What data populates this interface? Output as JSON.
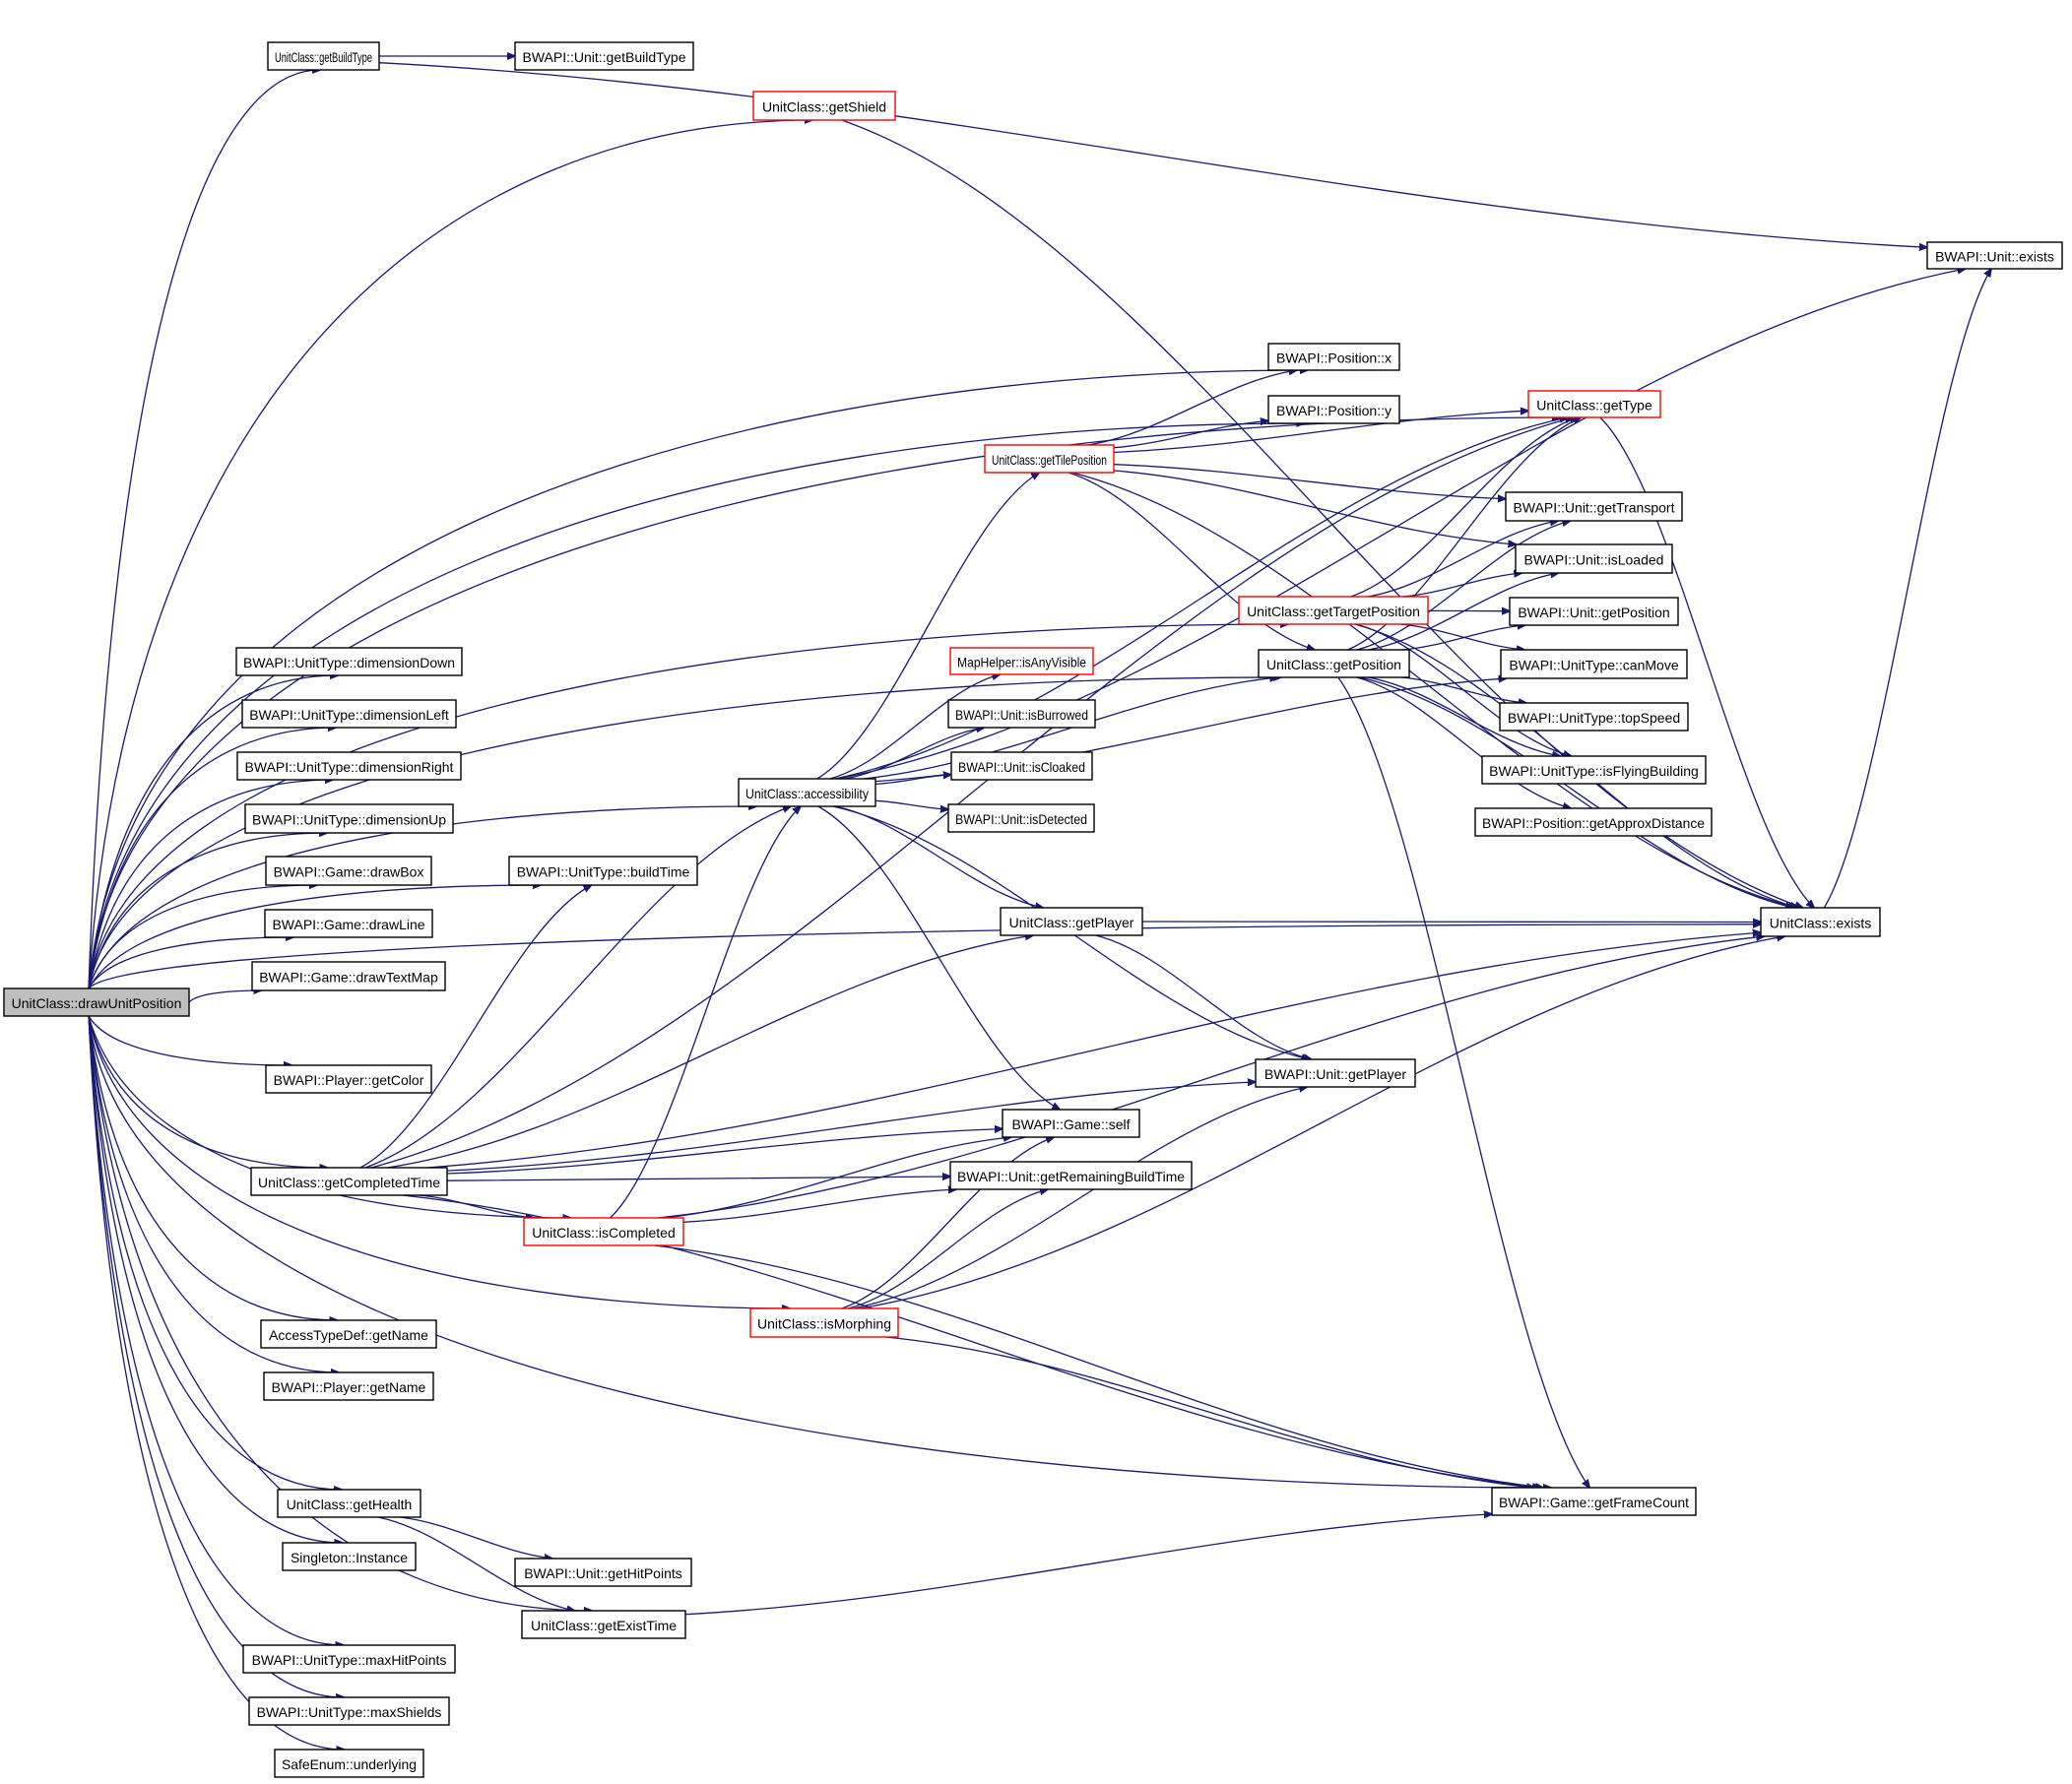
{
  "diagram": {
    "type": "call-graph",
    "root": "UnitClass::drawUnitPosition",
    "colors": {
      "edge": "#191970",
      "root_fill": "#bfbfbf",
      "node_border": "#000000",
      "truncated_border": "#ff0000"
    },
    "nodes": [
      {
        "id": "root",
        "label": "UnitClass::drawUnitPosition",
        "style": "root"
      },
      {
        "id": "uc_getBuildType",
        "label": "UnitClass::getBuildType",
        "style": "normal"
      },
      {
        "id": "u_getBuildType",
        "label": "BWAPI::Unit::getBuildType",
        "style": "normal"
      },
      {
        "id": "uc_getShield",
        "label": "UnitClass::getShield",
        "style": "truncated"
      },
      {
        "id": "u_exists",
        "label": "BWAPI::Unit::exists",
        "style": "normal"
      },
      {
        "id": "pos_x",
        "label": "BWAPI::Position::x",
        "style": "normal"
      },
      {
        "id": "pos_y",
        "label": "BWAPI::Position::y",
        "style": "normal"
      },
      {
        "id": "uc_getType",
        "label": "UnitClass::getType",
        "style": "truncated"
      },
      {
        "id": "uc_getTilePosition",
        "label": "UnitClass::getTilePosition",
        "style": "truncated"
      },
      {
        "id": "u_getTransport",
        "label": "BWAPI::Unit::getTransport",
        "style": "normal"
      },
      {
        "id": "u_isLoaded",
        "label": "BWAPI::Unit::isLoaded",
        "style": "normal"
      },
      {
        "id": "uc_getTargetPosition",
        "label": "UnitClass::getTargetPosition",
        "style": "truncated"
      },
      {
        "id": "u_getPosition",
        "label": "BWAPI::Unit::getPosition",
        "style": "normal"
      },
      {
        "id": "uc_getPosition",
        "label": "UnitClass::getPosition",
        "style": "normal"
      },
      {
        "id": "ut_canMove",
        "label": "BWAPI::UnitType::canMove",
        "style": "normal"
      },
      {
        "id": "ut_topSpeed",
        "label": "BWAPI::UnitType::topSpeed",
        "style": "normal"
      },
      {
        "id": "ut_isFlyingBuilding",
        "label": "BWAPI::UnitType::isFlyingBuilding",
        "style": "normal"
      },
      {
        "id": "pos_getApproxDistance",
        "label": "BWAPI::Position::getApproxDistance",
        "style": "normal"
      },
      {
        "id": "mh_isAnyVisible",
        "label": "MapHelper::isAnyVisible",
        "style": "truncated"
      },
      {
        "id": "u_isBurrowed",
        "label": "BWAPI::Unit::isBurrowed",
        "style": "normal"
      },
      {
        "id": "u_isCloaked",
        "label": "BWAPI::Unit::isCloaked",
        "style": "normal"
      },
      {
        "id": "u_isDetected",
        "label": "BWAPI::Unit::isDetected",
        "style": "normal"
      },
      {
        "id": "uc_accessibility",
        "label": "UnitClass::accessibility",
        "style": "normal"
      },
      {
        "id": "ut_dimensionDown",
        "label": "BWAPI::UnitType::dimensionDown",
        "style": "normal"
      },
      {
        "id": "ut_dimensionLeft",
        "label": "BWAPI::UnitType::dimensionLeft",
        "style": "normal"
      },
      {
        "id": "ut_dimensionRight",
        "label": "BWAPI::UnitType::dimensionRight",
        "style": "normal"
      },
      {
        "id": "ut_dimensionUp",
        "label": "BWAPI::UnitType::dimensionUp",
        "style": "normal"
      },
      {
        "id": "g_drawBox",
        "label": "BWAPI::Game::drawBox",
        "style": "normal"
      },
      {
        "id": "g_drawLine",
        "label": "BWAPI::Game::drawLine",
        "style": "normal"
      },
      {
        "id": "g_drawTextMap",
        "label": "BWAPI::Game::drawTextMap",
        "style": "normal"
      },
      {
        "id": "ut_buildTime",
        "label": "BWAPI::UnitType::buildTime",
        "style": "normal"
      },
      {
        "id": "uc_getPlayer",
        "label": "UnitClass::getPlayer",
        "style": "normal"
      },
      {
        "id": "uc_exists",
        "label": "UnitClass::exists",
        "style": "normal"
      },
      {
        "id": "p_getColor",
        "label": "BWAPI::Player::getColor",
        "style": "normal"
      },
      {
        "id": "u_getPlayer",
        "label": "BWAPI::Unit::getPlayer",
        "style": "normal"
      },
      {
        "id": "g_self",
        "label": "BWAPI::Game::self",
        "style": "normal"
      },
      {
        "id": "uc_getCompletedTime",
        "label": "UnitClass::getCompletedTime",
        "style": "normal"
      },
      {
        "id": "u_getRemainingBuildTime",
        "label": "BWAPI::Unit::getRemainingBuildTime",
        "style": "normal"
      },
      {
        "id": "uc_isCompleted",
        "label": "UnitClass::isCompleted",
        "style": "truncated"
      },
      {
        "id": "uc_isMorphing",
        "label": "UnitClass::isMorphing",
        "style": "truncated"
      },
      {
        "id": "atd_getName",
        "label": "AccessTypeDef::getName",
        "style": "normal"
      },
      {
        "id": "p_getName",
        "label": "BWAPI::Player::getName",
        "style": "normal"
      },
      {
        "id": "g_getFrameCount",
        "label": "BWAPI::Game::getFrameCount",
        "style": "normal"
      },
      {
        "id": "uc_getHealth",
        "label": "UnitClass::getHealth",
        "style": "normal"
      },
      {
        "id": "s_instance",
        "label": "Singleton::Instance",
        "style": "normal"
      },
      {
        "id": "u_getHitPoints",
        "label": "BWAPI::Unit::getHitPoints",
        "style": "normal"
      },
      {
        "id": "uc_getExistTime",
        "label": "UnitClass::getExistTime",
        "style": "normal"
      },
      {
        "id": "ut_maxHitPoints",
        "label": "BWAPI::UnitType::maxHitPoints",
        "style": "normal"
      },
      {
        "id": "ut_maxShields",
        "label": "BWAPI::UnitType::maxShields",
        "style": "normal"
      },
      {
        "id": "se_underlying",
        "label": "SafeEnum::underlying",
        "style": "normal"
      }
    ],
    "edges": [
      [
        "root",
        "uc_getBuildType"
      ],
      [
        "root",
        "uc_getShield"
      ],
      [
        "root",
        "pos_x"
      ],
      [
        "root",
        "pos_y"
      ],
      [
        "root",
        "uc_getType"
      ],
      [
        "root",
        "uc_getTargetPosition"
      ],
      [
        "root",
        "uc_getPosition"
      ],
      [
        "root",
        "ut_buildTime"
      ],
      [
        "root",
        "ut_dimensionDown"
      ],
      [
        "root",
        "ut_dimensionLeft"
      ],
      [
        "root",
        "ut_dimensionRight"
      ],
      [
        "root",
        "ut_dimensionUp"
      ],
      [
        "root",
        "g_drawBox"
      ],
      [
        "root",
        "g_drawLine"
      ],
      [
        "root",
        "g_drawTextMap"
      ],
      [
        "root",
        "p_getColor"
      ],
      [
        "root",
        "uc_accessibility"
      ],
      [
        "root",
        "uc_getCompletedTime"
      ],
      [
        "root",
        "uc_isCompleted"
      ],
      [
        "root",
        "uc_isMorphing"
      ],
      [
        "root",
        "atd_getName"
      ],
      [
        "root",
        "p_getName"
      ],
      [
        "root",
        "uc_getHealth"
      ],
      [
        "root",
        "s_instance"
      ],
      [
        "root",
        "uc_getExistTime"
      ],
      [
        "root",
        "ut_maxHitPoints"
      ],
      [
        "root",
        "ut_maxShields"
      ],
      [
        "root",
        "se_underlying"
      ],
      [
        "root",
        "g_getFrameCount"
      ],
      [
        "root",
        "uc_exists"
      ],
      [
        "uc_getBuildType",
        "u_getBuildType"
      ],
      [
        "uc_getBuildType",
        "u_exists"
      ],
      [
        "uc_getShield",
        "uc_exists"
      ],
      [
        "uc_getType",
        "uc_exists"
      ],
      [
        "uc_getTilePosition",
        "pos_x"
      ],
      [
        "uc_getTilePosition",
        "pos_y"
      ],
      [
        "uc_getTilePosition",
        "uc_getType"
      ],
      [
        "uc_getTilePosition",
        "u_getTransport"
      ],
      [
        "uc_getTilePosition",
        "u_isLoaded"
      ],
      [
        "uc_getTilePosition",
        "uc_getPosition"
      ],
      [
        "uc_getTilePosition",
        "uc_exists"
      ],
      [
        "uc_getTargetPosition",
        "uc_getType"
      ],
      [
        "uc_getTargetPosition",
        "u_getTransport"
      ],
      [
        "uc_getTargetPosition",
        "u_isLoaded"
      ],
      [
        "uc_getTargetPosition",
        "u_getPosition"
      ],
      [
        "uc_getTargetPosition",
        "ut_canMove"
      ],
      [
        "uc_getTargetPosition",
        "ut_isFlyingBuilding"
      ],
      [
        "uc_getTargetPosition",
        "uc_exists"
      ],
      [
        "uc_getPosition",
        "uc_getType"
      ],
      [
        "uc_getPosition",
        "u_getTransport"
      ],
      [
        "uc_getPosition",
        "u_isLoaded"
      ],
      [
        "uc_getPosition",
        "u_getPosition"
      ],
      [
        "uc_getPosition",
        "ut_topSpeed"
      ],
      [
        "uc_getPosition",
        "ut_isFlyingBuilding"
      ],
      [
        "uc_getPosition",
        "pos_getApproxDistance"
      ],
      [
        "uc_getPosition",
        "uc_exists"
      ],
      [
        "uc_getPosition",
        "g_getFrameCount"
      ],
      [
        "uc_accessibility",
        "uc_getTilePosition"
      ],
      [
        "uc_accessibility",
        "uc_getType"
      ],
      [
        "uc_accessibility",
        "u_exists"
      ],
      [
        "uc_accessibility",
        "uc_getPosition"
      ],
      [
        "uc_accessibility",
        "mh_isAnyVisible"
      ],
      [
        "uc_accessibility",
        "u_isBurrowed"
      ],
      [
        "uc_accessibility",
        "u_isCloaked"
      ],
      [
        "uc_accessibility",
        "u_isDetected"
      ],
      [
        "uc_accessibility",
        "ut_canMove"
      ],
      [
        "uc_accessibility",
        "uc_getPlayer"
      ],
      [
        "uc_accessibility",
        "u_getPlayer"
      ],
      [
        "uc_accessibility",
        "g_self"
      ],
      [
        "uc_getPlayer",
        "uc_exists"
      ],
      [
        "uc_getPlayer",
        "u_getPlayer"
      ],
      [
        "uc_getCompletedTime",
        "uc_accessibility"
      ],
      [
        "uc_getCompletedTime",
        "ut_buildTime"
      ],
      [
        "uc_getCompletedTime",
        "uc_getPlayer"
      ],
      [
        "uc_getCompletedTime",
        "u_getPlayer"
      ],
      [
        "uc_getCompletedTime",
        "g_self"
      ],
      [
        "uc_getCompletedTime",
        "u_getRemainingBuildTime"
      ],
      [
        "uc_getCompletedTime",
        "uc_isCompleted"
      ],
      [
        "uc_getCompletedTime",
        "uc_exists"
      ],
      [
        "uc_getCompletedTime",
        "g_getFrameCount"
      ],
      [
        "uc_getCompletedTime",
        "uc_getType"
      ],
      [
        "uc_isCompleted",
        "uc_accessibility"
      ],
      [
        "uc_isCompleted",
        "g_self"
      ],
      [
        "uc_isCompleted",
        "u_getRemainingBuildTime"
      ],
      [
        "uc_isCompleted",
        "uc_exists"
      ],
      [
        "uc_isCompleted",
        "g_getFrameCount"
      ],
      [
        "uc_isMorphing",
        "g_self"
      ],
      [
        "uc_isMorphing",
        "u_getRemainingBuildTime"
      ],
      [
        "uc_isMorphing",
        "u_getPlayer"
      ],
      [
        "uc_isMorphing",
        "uc_exists"
      ],
      [
        "uc_isMorphing",
        "g_getFrameCount"
      ],
      [
        "uc_getHealth",
        "u_getHitPoints"
      ],
      [
        "uc_getHealth",
        "uc_getExistTime"
      ],
      [
        "uc_getExistTime",
        "g_getFrameCount"
      ],
      [
        "uc_exists",
        "u_exists"
      ]
    ]
  }
}
